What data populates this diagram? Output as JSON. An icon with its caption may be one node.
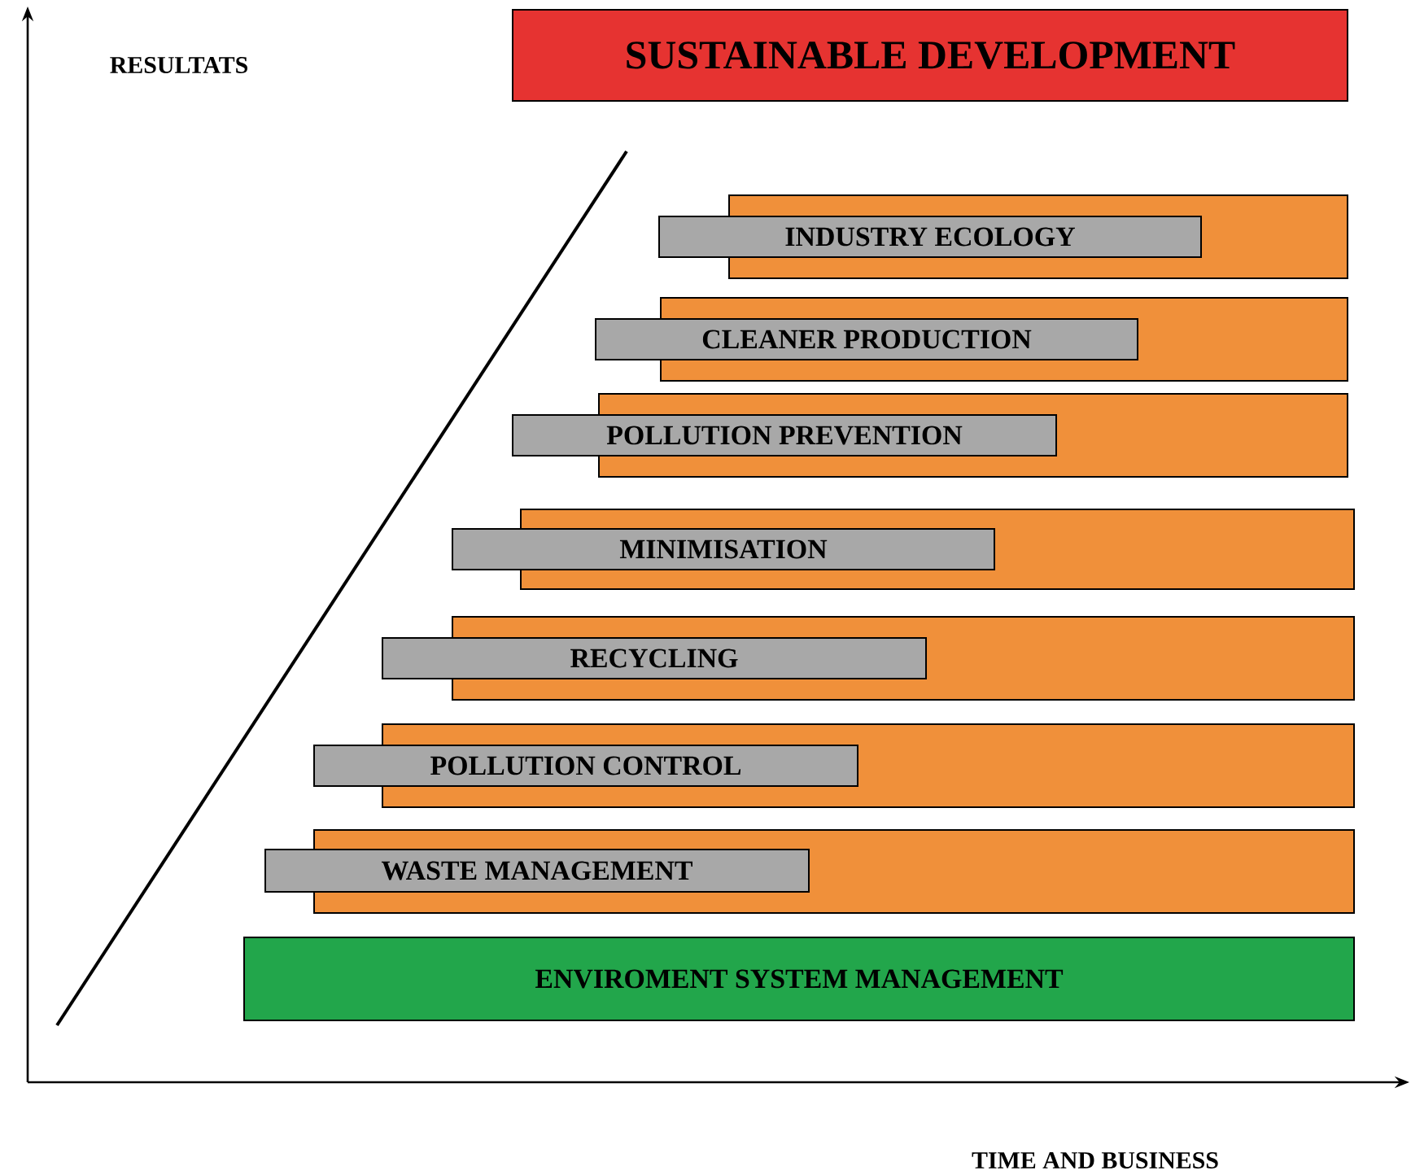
{
  "diagram": {
    "nodes": [
      {
        "text": [
          "SUSTAINABLE DEVELOPMENT"
        ]
      },
      {
        "text": [
          "INDUSTRY ECOLOGY"
        ]
      },
      {
        "text": [
          "CLEANER PRODUCTION"
        ]
      },
      {
        "text": [
          "POLLUTION PREVENTION"
        ]
      },
      {
        "text": [
          "MINIMISATION"
        ]
      },
      {
        "text": [
          "RECYCLING"
        ]
      },
      {
        "text": [
          "POLLUTION CONTROL"
        ]
      },
      {
        "text": [
          "WASTE MANAGEMENT"
        ]
      },
      {
        "text": [
          "ENVIROMENT SYSTEM MANAGEMENT"
        ]
      }
    ],
    "edges": [],
    "labels": [
      "RESULTATS",
      "TIME AND BUSINESS"
    ]
  }
}
